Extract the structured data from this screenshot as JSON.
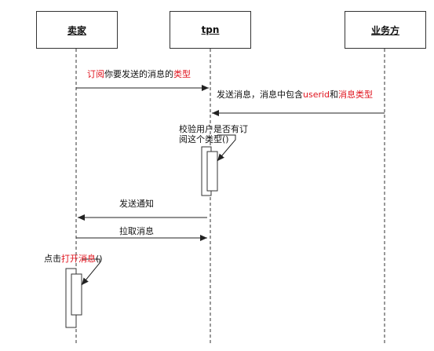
{
  "participants": {
    "seller": "卖家",
    "tpn": "tpn",
    "business": "业务方"
  },
  "messages": {
    "m1": {
      "part1": "订阅",
      "part2": "你要发送的消息的",
      "part3": "类型"
    },
    "m2": {
      "part1": "发送消息，消息中包含",
      "part2": "userid",
      "part3": "和",
      "part4": "消息类型"
    },
    "m3": "校验用户是否有订阅这个类型()",
    "m4": "发送通知",
    "m5": "拉取消息",
    "m6": {
      "part1": "点击",
      "part2": "打开消息",
      "part3": "()"
    }
  },
  "colors": {
    "highlight": "#e0141e",
    "line": "#333333"
  }
}
